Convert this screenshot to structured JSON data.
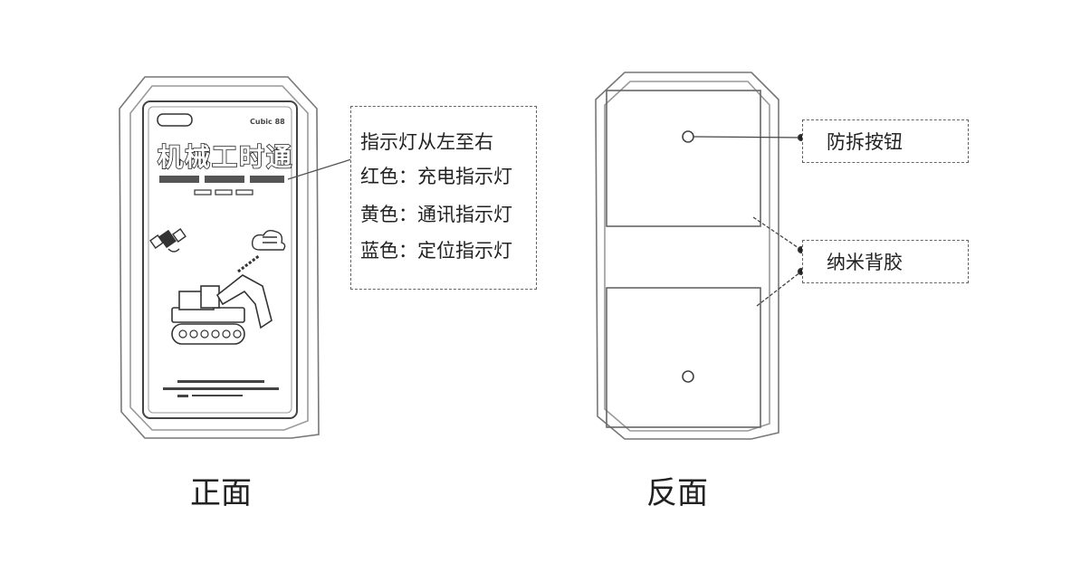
{
  "front": {
    "caption": "正面",
    "device": {
      "badge_text": "",
      "code_text": "Cubic 88",
      "title": "机械工时通"
    },
    "indicator_box": {
      "heading": "指示灯从左至右",
      "lines": [
        "红色：充电指示灯",
        "黄色：通讯指示灯",
        "蓝色：定位指示灯"
      ]
    }
  },
  "back": {
    "caption": "反面",
    "labels": {
      "tamper": "防拆按钮",
      "adhesive": "纳米背胶"
    }
  }
}
